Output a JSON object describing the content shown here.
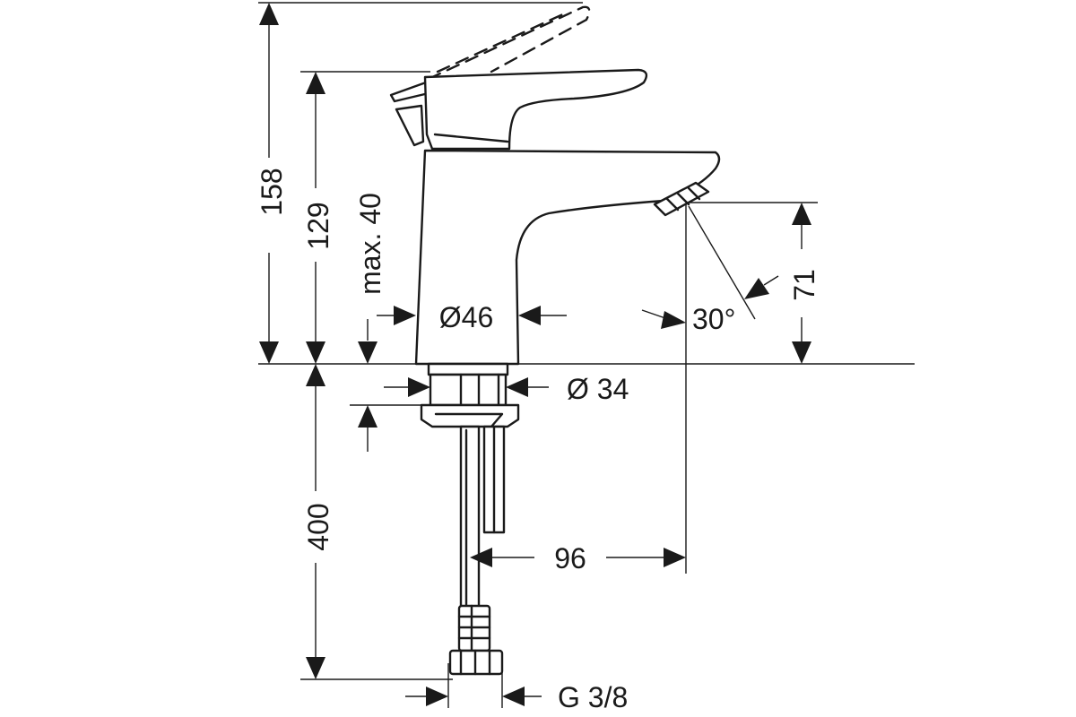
{
  "dimensions": {
    "total_height": "158",
    "lever_height": "129",
    "max_deck": "max. 40",
    "body_diameter": "Ø46",
    "shank_diameter": "Ø 34",
    "spout_height": "71",
    "jet_angle": "30°",
    "hose_length": "400",
    "projection": "96",
    "connection_thread": "G 3/8"
  }
}
